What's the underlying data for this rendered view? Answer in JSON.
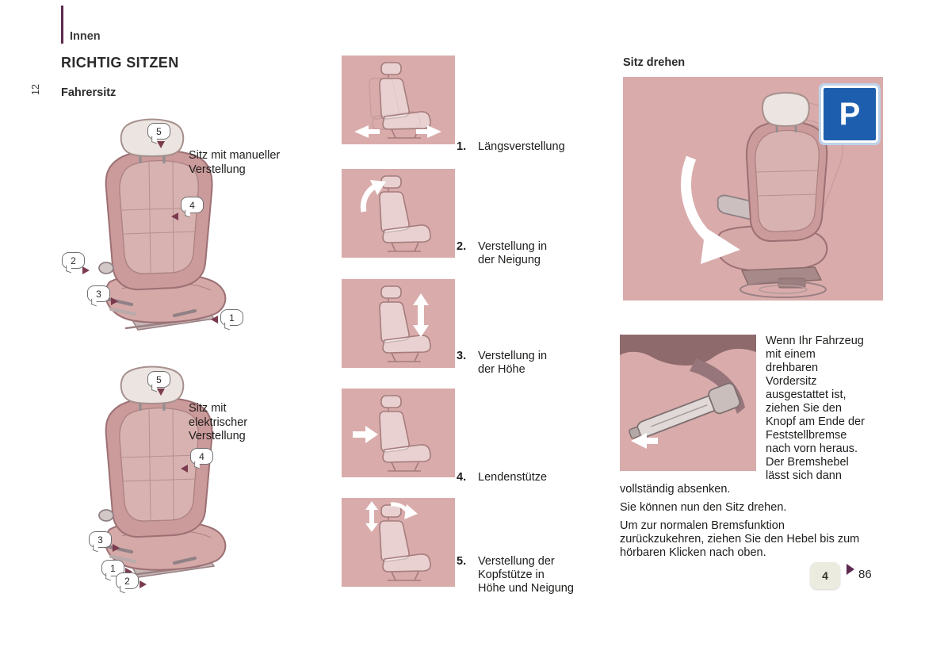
{
  "header": {
    "section_label": "Innen",
    "side_page_number": "12",
    "title": "RICHTIG SITZEN",
    "subtitle": "Fahrersitz"
  },
  "seats": {
    "manual": {
      "caption_lines": [
        "Sitz mit manueller",
        "Verstellung"
      ],
      "callouts": [
        "5",
        "4",
        "2",
        "3",
        "1"
      ]
    },
    "electric": {
      "caption_lines": [
        "Sitz mit",
        "elektrischer",
        "Verstellung"
      ],
      "callouts": [
        "5",
        "4",
        "3",
        "1",
        "2"
      ]
    }
  },
  "adjustments": {
    "items": [
      {
        "num": "1.",
        "lines": [
          "Längsverstellung"
        ]
      },
      {
        "num": "2.",
        "lines": [
          "Verstellung in",
          "der Neigung"
        ]
      },
      {
        "num": "3.",
        "lines": [
          "Verstellung in",
          "der Höhe"
        ]
      },
      {
        "num": "4.",
        "lines": [
          "Lendenstütze"
        ]
      },
      {
        "num": "5.",
        "lines": [
          "Verstellung der",
          "Kopfstütze in",
          "Höhe und Neigung"
        ]
      }
    ]
  },
  "swivel": {
    "heading": "Sitz drehen",
    "sign_letter": "P",
    "para1": "Wenn Ihr Fahrzeug mit einem drehbaren Vordersitz ausgestattet ist, ziehen Sie den Knopf am Ende der Feststellbremse nach vorn heraus. Der Bremshebel lässt sich dann vollständig absenken.",
    "para2": "Sie können nun den Sitz drehen.",
    "para3": "Um zur normalen Bremsfunktion zurückzukehren, ziehen Sie den Hebel bis zum hörbaren Klicken nach oben."
  },
  "footer": {
    "chapter_tab": "4",
    "page_number": "86"
  },
  "colors": {
    "panel_pink": "#d9abab",
    "accent_purple": "#5e2a51",
    "sign_blue": "#1d5fae"
  }
}
